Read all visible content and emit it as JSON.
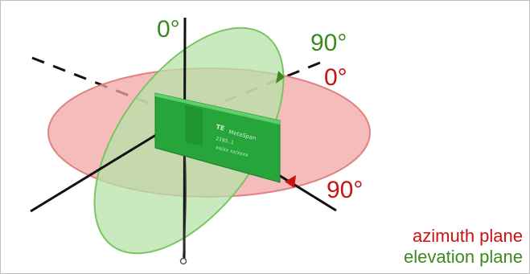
{
  "diagram": {
    "angle_labels": {
      "elevation_zero": "0°",
      "elevation_ninety": "90°",
      "azimuth_zero": "0°",
      "azimuth_ninety": "90°"
    },
    "legend": {
      "azimuth": "azimuth plane",
      "elevation": "elevation plane"
    },
    "pcb": {
      "brand": "TE",
      "line1": "MetaSpan",
      "line2": "2195..1",
      "line3": "xx/xx  xx/xxxx"
    },
    "colors": {
      "azimuth": "#cc1111",
      "elevation": "#3c8a1e",
      "azimuth_fill": "#f2a5a5",
      "elevation_fill": "#b6e3a8",
      "pcb": "#26a53a"
    },
    "icons": [
      "arrow-icon",
      "connector-icon"
    ]
  }
}
